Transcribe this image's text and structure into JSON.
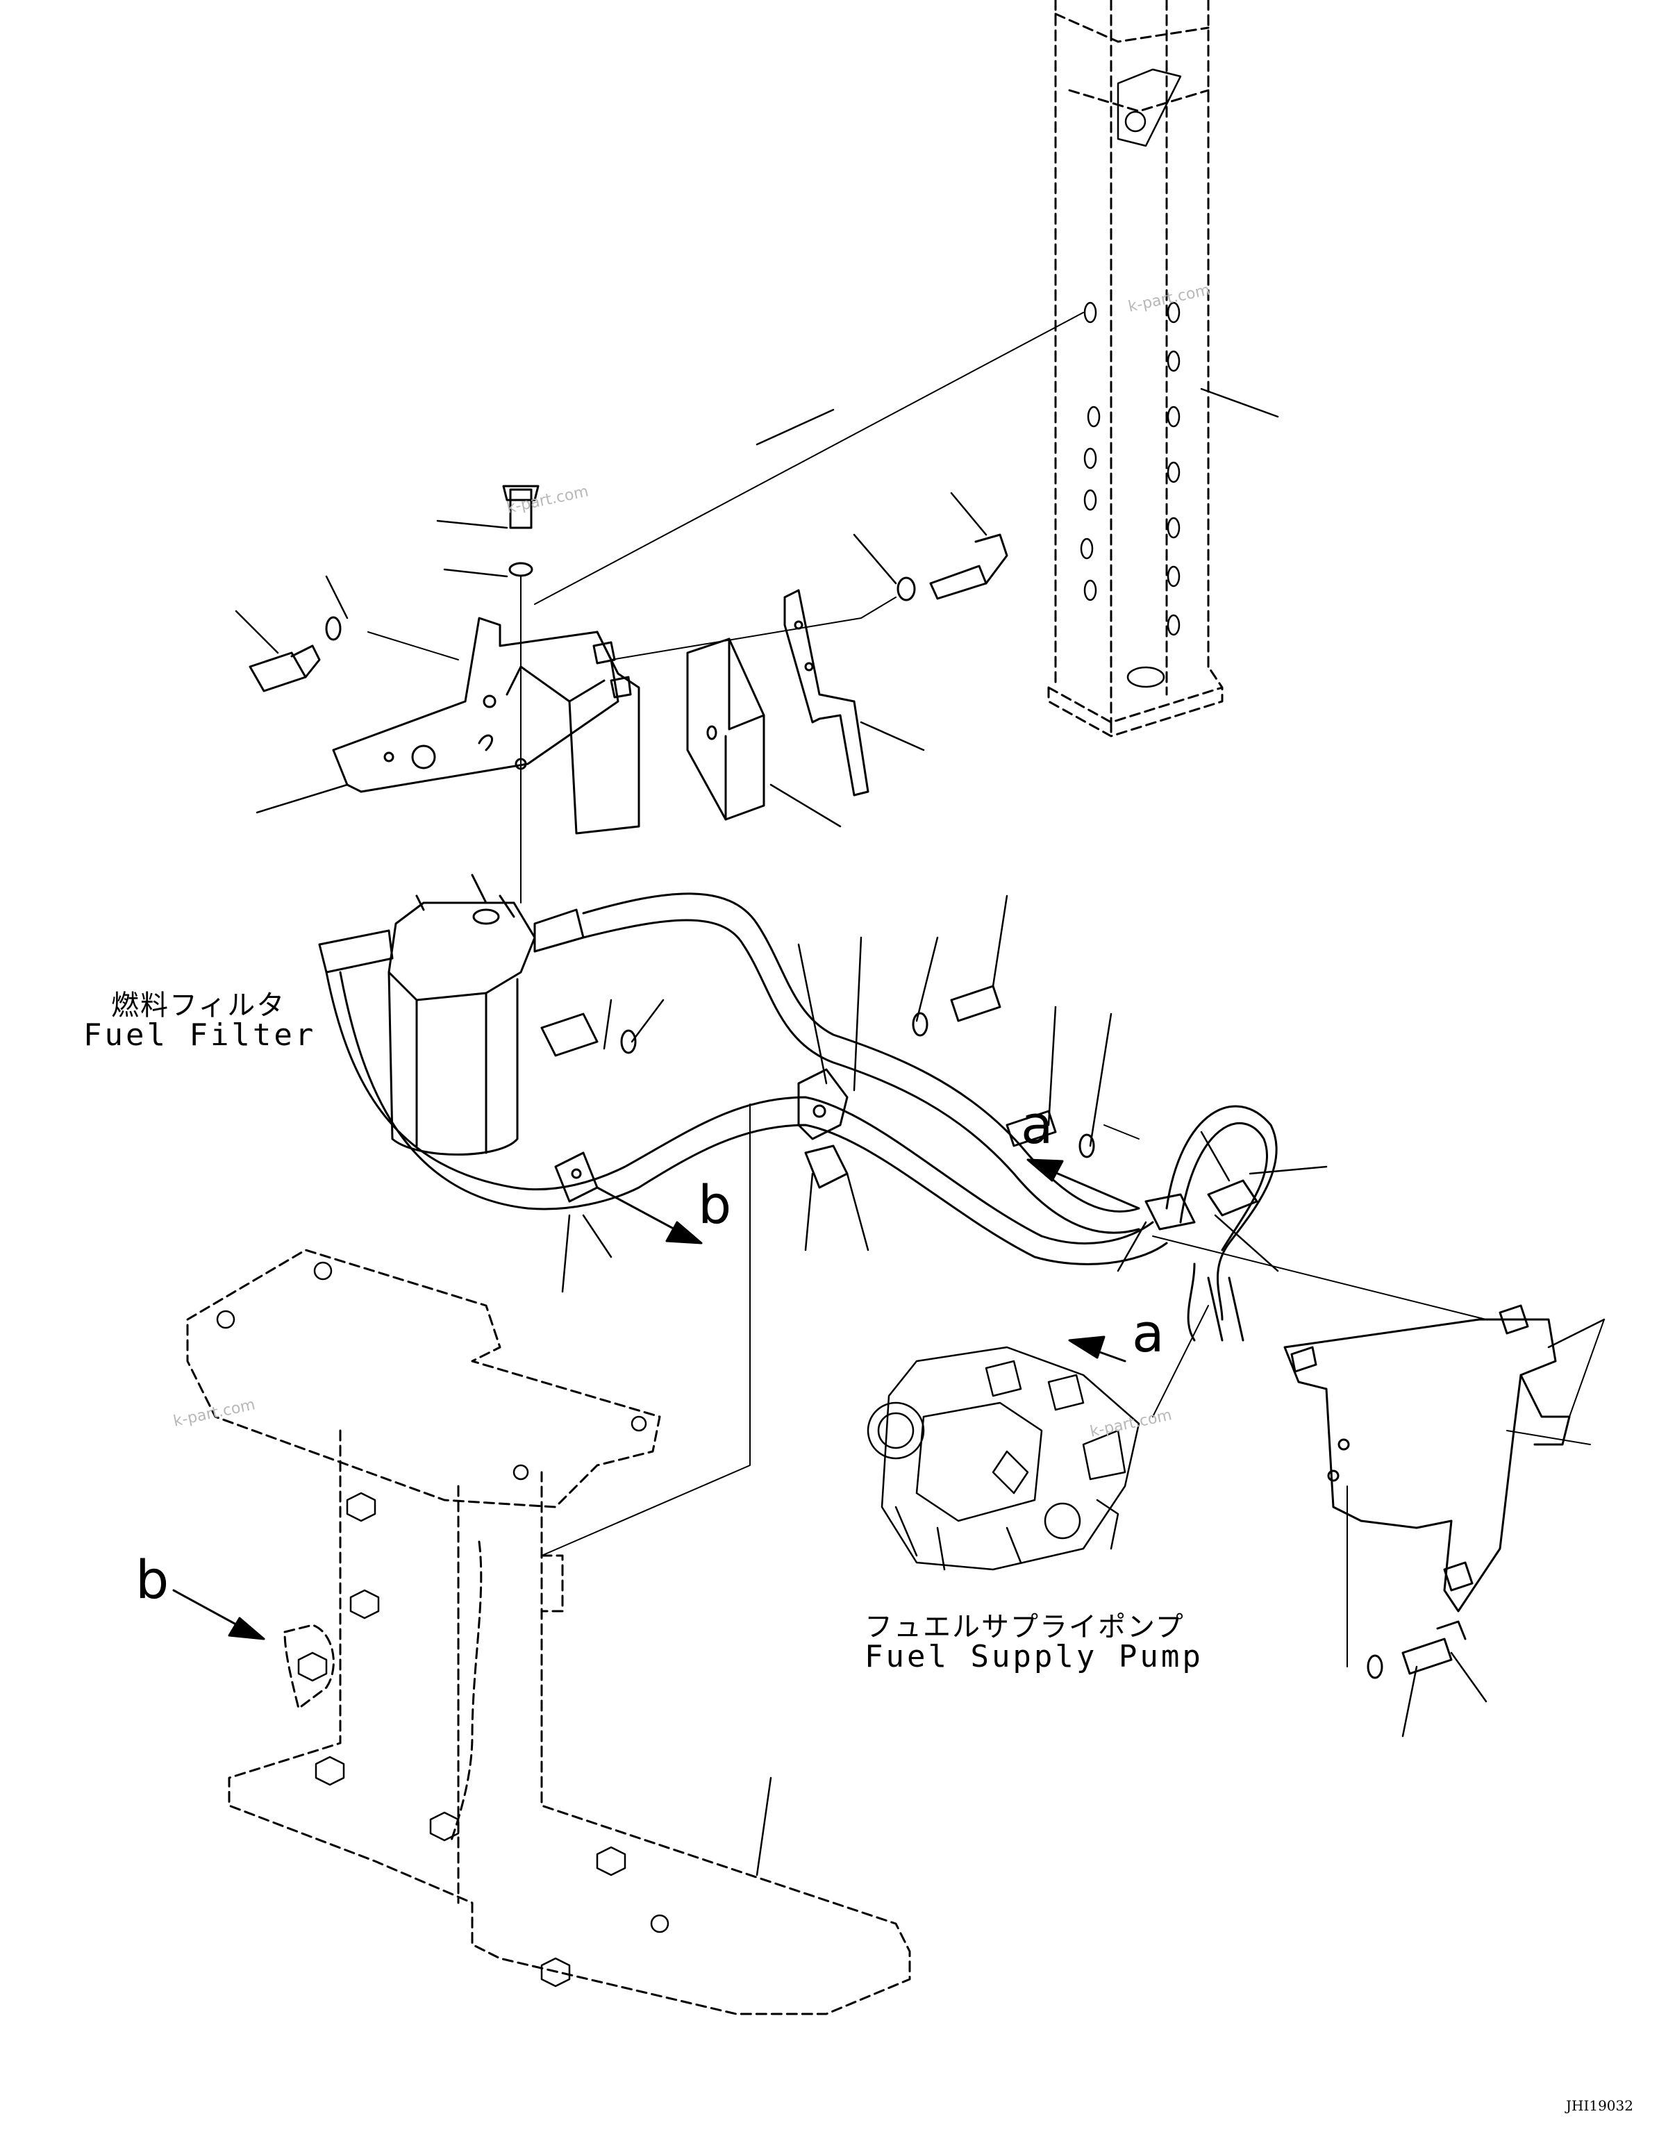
{
  "labels": {
    "fuel_filter_jp": "燃料フィルタ",
    "fuel_filter_en": "Fuel Filter",
    "fuel_supply_pump_jp": "フュエルサプライポンプ",
    "fuel_supply_pump_en": "Fuel Supply Pump"
  },
  "callouts": {
    "a_upper": "a",
    "a_lower": "a",
    "b_right": "b",
    "b_left": "b"
  },
  "watermark": "k-part.com",
  "drawing_code": "JHI19032",
  "colors": {
    "line": "#000000",
    "background": "#ffffff",
    "watermark": "#b8b8b8"
  }
}
